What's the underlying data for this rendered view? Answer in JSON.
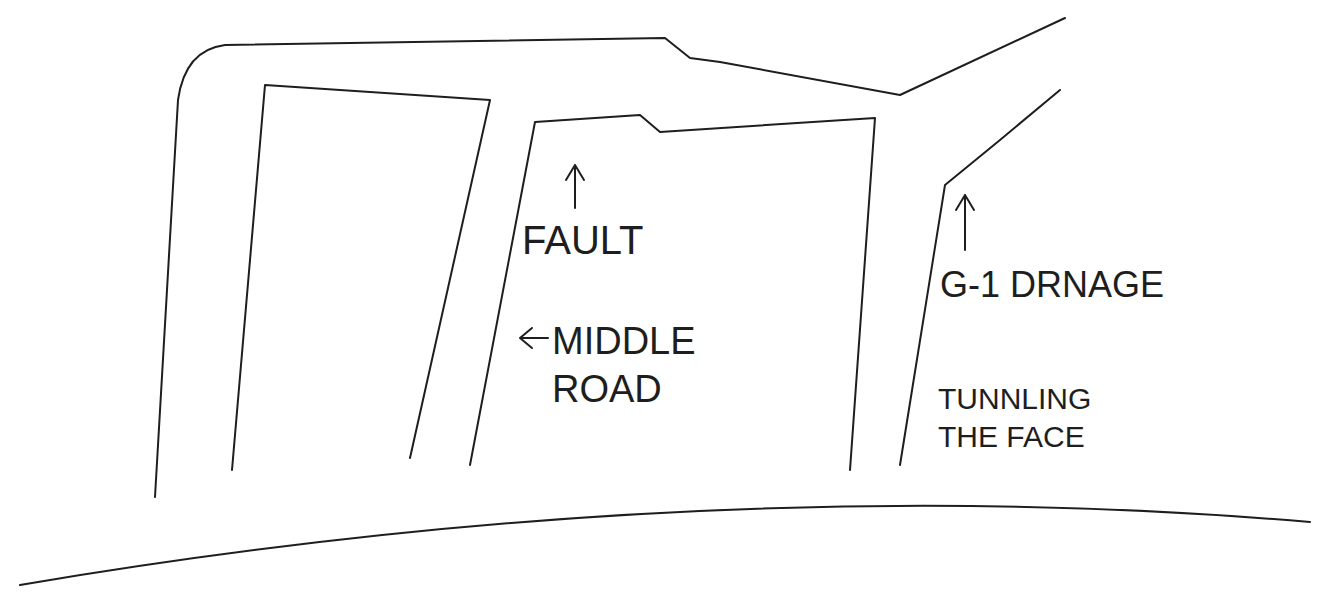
{
  "diagram": {
    "labels": [
      "FAULT",
      "MIDDLE ROAD",
      "G-1 DRNAGE",
      "TUNNLING THE FACE"
    ]
  }
}
